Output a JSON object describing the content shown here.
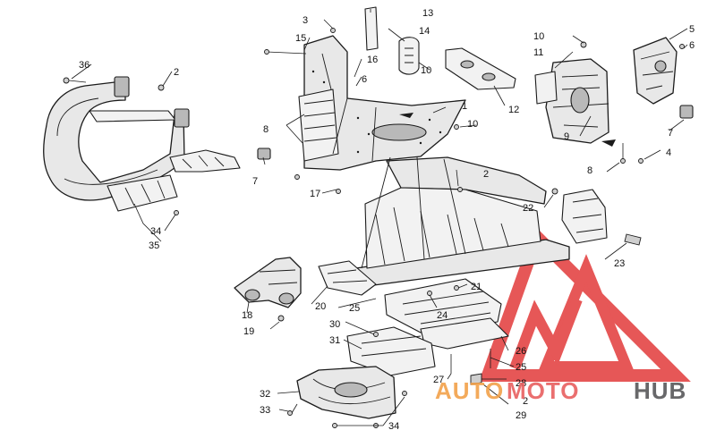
{
  "watermark": {
    "word_part_1": "AUTO",
    "word_part_2": "MOTO",
    "word_part_3": "HUB",
    "colors": {
      "auto": "#f2a14a",
      "moto": "#e86060",
      "hub": "#58585a",
      "logo": "#e23a3a"
    }
  },
  "callouts": [
    "36",
    "2",
    "34",
    "35",
    "3",
    "13",
    "14",
    "15",
    "16",
    "6",
    "10",
    "8",
    "7",
    "1",
    "10",
    "17",
    "12",
    "2",
    "10",
    "11",
    "5",
    "6",
    "9",
    "7",
    "8",
    "4",
    "22",
    "23",
    "18",
    "19",
    "20",
    "25",
    "24",
    "21",
    "30",
    "31",
    "26",
    "25",
    "27",
    "28",
    "2",
    "29",
    "32",
    "33",
    "34"
  ]
}
